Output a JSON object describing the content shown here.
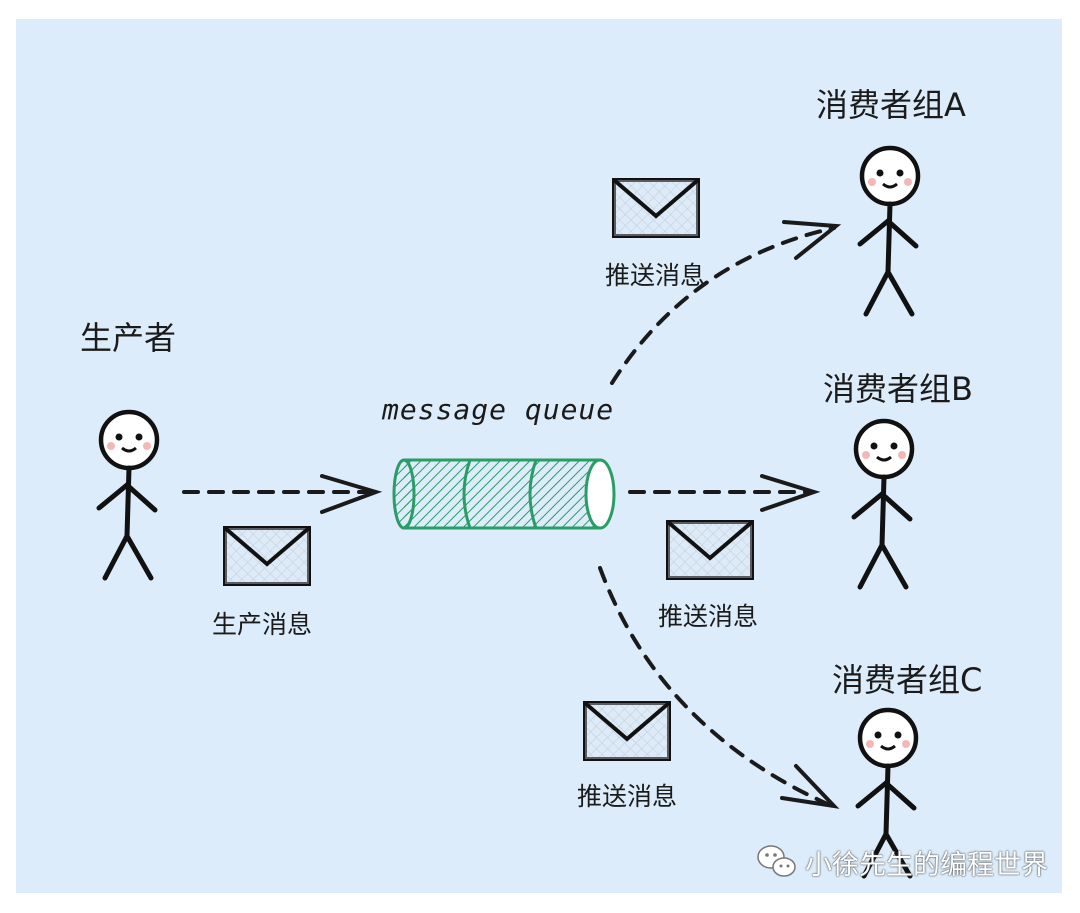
{
  "producer": {
    "title": "生产者",
    "message_label": "生产消息"
  },
  "queue": {
    "label": "message queue"
  },
  "consumers": [
    {
      "title": "消费者组A",
      "message_label": "推送消息"
    },
    {
      "title": "消费者组B",
      "message_label": "推送消息"
    },
    {
      "title": "消费者组C",
      "message_label": "推送消息"
    }
  ],
  "watermark": {
    "text": "小徐先生的编程世界",
    "icon": "wechat-icon"
  },
  "colors": {
    "background": "#dcecfa",
    "queue": "#2a9d66",
    "stroke": "#1a1a1a"
  }
}
